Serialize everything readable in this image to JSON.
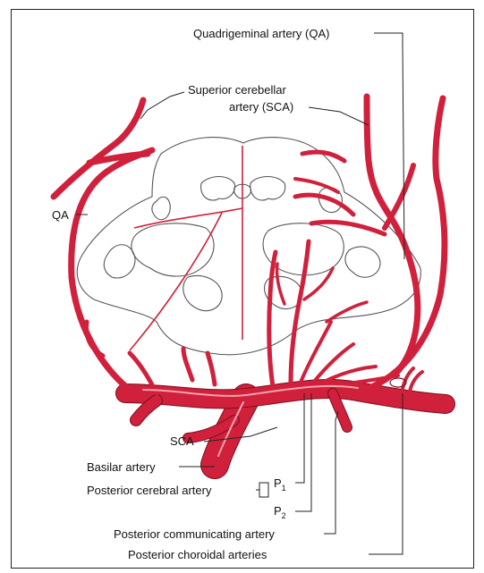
{
  "colors": {
    "artery_fill": "#d0203c",
    "artery_edge": "#7a0f1f",
    "highlight": "#f4a3ad",
    "brainstem_outline": "#555555",
    "leader_line": "#222222",
    "label_text": "#111111"
  },
  "labels": {
    "quadrigeminal_artery": "Quadrigeminal artery (QA)",
    "superior_cerebellar_line1": "Superior cerebellar",
    "superior_cerebellar_line2": "artery (SCA)",
    "qa_short": "QA",
    "sca_short": "SCA",
    "basilar_artery": "Basilar artery",
    "posterior_cerebral_artery": "Posterior cerebral artery",
    "p1": "P",
    "p1_sub": "1",
    "p2": "P",
    "p2_sub": "2",
    "posterior_communicating_artery": "Posterior communicating artery",
    "posterior_choroidal_arteries": "Posterior choroidal arteries"
  }
}
